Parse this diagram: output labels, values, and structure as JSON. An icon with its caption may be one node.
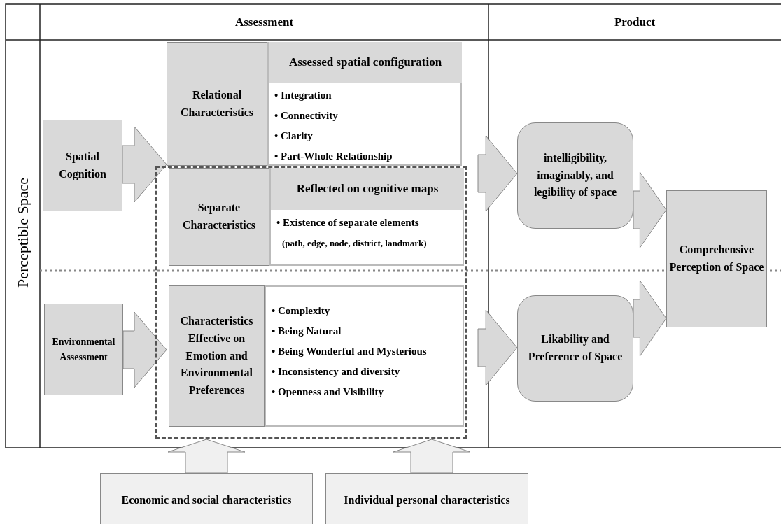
{
  "diagram": {
    "nodes": [
      {
        "text": [
          "Spatial Cognition"
        ]
      },
      {
        "text": [
          "Relational Characteristics"
        ]
      },
      {
        "text": [
          "Assessed spatial configuration",
          "• Integration",
          "• Connectivity",
          "• Clarity",
          "• Part-Whole Relationship"
        ]
      },
      {
        "text": [],
        "shape": "box"
      },
      {
        "text": [
          "Separate Characteristics"
        ],
        "in": 3
      },
      {
        "text": [
          "Reflected on cognitive maps",
          "• Existence of separate elements",
          "(path, edge, node, district, landmark)"
        ],
        "in": 3
      },
      {
        "text": [
          "intelligibility, imaginably, and legibility of space"
        ]
      },
      {
        "text": [
          "Comprehensive Perception of Space"
        ]
      },
      {
        "text": [
          "Environmental Assessment"
        ]
      },
      {
        "text": [
          "Characteristics Effective on Emotion and Environmental Preferences"
        ],
        "in": 3
      },
      {
        "text": [
          "• Complexity",
          "• Being Natural",
          "• Being Wonderful and Mysterious",
          "• Inconsistency and diversity",
          "• Openness and Visibility"
        ],
        "in": 3
      },
      {
        "text": [
          "Likability and Preference of Space"
        ]
      },
      {
        "text": [
          "Economic and social characteristics"
        ]
      },
      {
        "text": [
          "Individual personal characteristics"
        ]
      }
    ],
    "edges": [
      {
        "from": 0,
        "to": 1,
        "arrow": "to"
      },
      {
        "from": 0,
        "to": 4,
        "arrow": "to"
      },
      {
        "from": 8,
        "to": 9,
        "arrow": "to"
      },
      {
        "from": 2,
        "to": 6,
        "arrow": "to"
      },
      {
        "from": 5,
        "to": 6,
        "arrow": "to"
      },
      {
        "from": 10,
        "to": 11,
        "arrow": "to"
      },
      {
        "from": 6,
        "to": 7,
        "arrow": "to"
      },
      {
        "from": 11,
        "to": 7,
        "arrow": "to"
      },
      {
        "from": 12,
        "to": 3,
        "arrow": "to"
      },
      {
        "from": 13,
        "to": 3,
        "arrow": "to"
      }
    ],
    "labels": [
      "Assessment",
      "Product",
      "Perceptible Space"
    ]
  }
}
